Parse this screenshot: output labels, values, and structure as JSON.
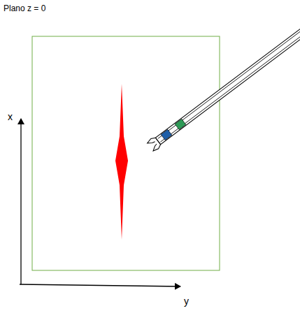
{
  "diagram": {
    "title": "Plano z = 0",
    "labels": [
      "x",
      "y"
    ]
  }
}
